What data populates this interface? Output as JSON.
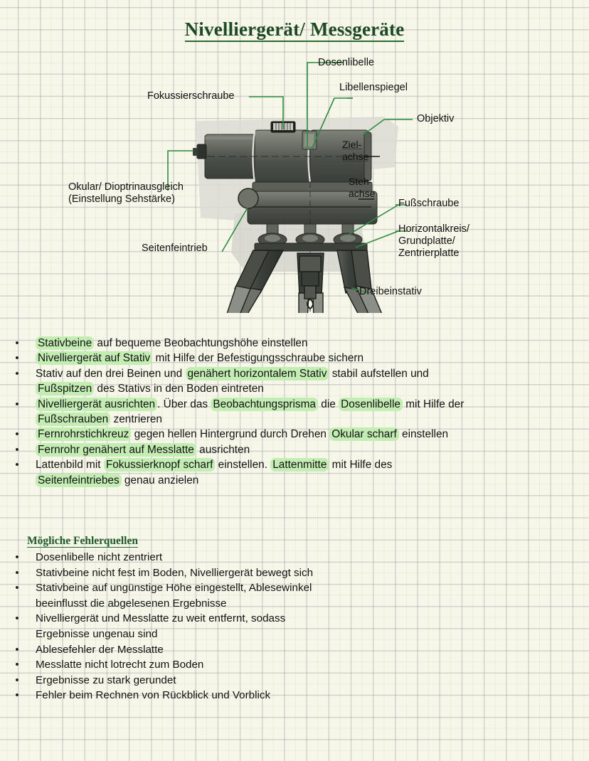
{
  "page": {
    "title": "Nivelliergerät/ Messgeräte",
    "paper_color": "#f7f7e9",
    "heading_color": "#1d4a22",
    "highlight_color": "#c3edb3",
    "leader_line_color": "#2f8a3e"
  },
  "diagram": {
    "name": "nivelliergeraet-auf-dreibeinstativ",
    "labels": [
      {
        "id": "dosenlibelle",
        "text": "Dosenlibelle"
      },
      {
        "id": "libellenspiegel",
        "text": "Libellenspiegel"
      },
      {
        "id": "fokussierschraube",
        "text": "Fokussierschraube"
      },
      {
        "id": "objektiv",
        "text": "Objektiv"
      },
      {
        "id": "zielachse",
        "text": "Ziel-\nachse"
      },
      {
        "id": "stehachse",
        "text": "Steh-\nachse"
      },
      {
        "id": "fussschraube",
        "text": "Fußschraube"
      },
      {
        "id": "horizontalkreis",
        "text": "Horizontalkreis/\nGrundplatte/\nZentrierplatte"
      },
      {
        "id": "dreibeinstativ",
        "text": "Dreibeinstativ"
      },
      {
        "id": "okular",
        "text": "Okular/ Dioptrinausgleich\n(Einstellung Sehstärke)"
      },
      {
        "id": "seitenfeintrieb",
        "text": "Seitenfeintrieb"
      }
    ]
  },
  "steps": {
    "bullet": "•",
    "items": [
      [
        {
          "t": "Stativbeine",
          "h": true
        },
        {
          "t": " auf bequeme Beobachtungshöhe einstellen",
          "h": false
        }
      ],
      [
        {
          "t": "Nivelliergerät auf Stativ",
          "h": true
        },
        {
          "t": " mit Hilfe der Befestigungsschraube sichern",
          "h": false
        }
      ],
      [
        {
          "t": "Stativ auf den drei Beinen und ",
          "h": false
        },
        {
          "t": "genähert horizontalem Stativ",
          "h": true
        },
        {
          "t": " stabil aufstellen und",
          "h": false
        }
      ],
      [
        {
          "t": "Fußspitzen",
          "h": true
        },
        {
          "t": " des Stativs in den Boden eintreten",
          "h": false
        }
      ],
      [
        {
          "t": "Nivelliergerät ausrichten",
          "h": true
        },
        {
          "t": ". Über das ",
          "h": false
        },
        {
          "t": "Beobachtungsprisma",
          "h": true
        },
        {
          "t": " die ",
          "h": false
        },
        {
          "t": "Dosenlibelle",
          "h": true
        },
        {
          "t": " mit Hilfe der",
          "h": false
        }
      ],
      [
        {
          "t": "Fußschrauben",
          "h": true
        },
        {
          "t": " zentrieren",
          "h": false
        }
      ],
      [
        {
          "t": "Fernrohrstichkreuz",
          "h": true
        },
        {
          "t": " gegen hellen Hintergrund durch Drehen ",
          "h": false
        },
        {
          "t": "Okular scharf",
          "h": true
        },
        {
          "t": " einstellen",
          "h": false
        }
      ],
      [
        {
          "t": "Fernrohr genähert auf Messlatte",
          "h": true
        },
        {
          "t": " ausrichten",
          "h": false
        }
      ],
      [
        {
          "t": "Lattenbild mit ",
          "h": false
        },
        {
          "t": "Fokussierknopf scharf",
          "h": true
        },
        {
          "t": " einstellen. ",
          "h": false
        },
        {
          "t": "Lattenmitte",
          "h": true
        },
        {
          "t": " mit Hilfe des",
          "h": false
        }
      ],
      [
        {
          "t": "Seitenfeintriebes",
          "h": true
        },
        {
          "t": " genau anzielen",
          "h": false
        }
      ]
    ],
    "bulleted": [
      true,
      true,
      true,
      false,
      true,
      false,
      true,
      true,
      true,
      false
    ]
  },
  "errors": {
    "heading": "Mögliche Fehlerquellen",
    "bullet": "•",
    "items": [
      "Dosenlibelle nicht zentriert",
      "Stativbeine nicht fest im Boden, Nivelliergerät bewegt sich",
      "Stativbeine auf ungünstige Höhe eingestellt, Ablesewinkel",
      "beeinflusst die abgelesenen Ergebnisse",
      "Nivelliergerät und Messlatte zu weit entfernt, sodass",
      "Ergebnisse ungenau sind",
      "Ablesefehler der Messlatte",
      "Messlatte nicht lotrecht zum Boden",
      "Ergebnisse zu stark gerundet",
      "Fehler beim Rechnen von Rückblick und Vorblick"
    ],
    "bulleted": [
      true,
      true,
      true,
      false,
      true,
      false,
      true,
      true,
      true,
      true
    ]
  }
}
